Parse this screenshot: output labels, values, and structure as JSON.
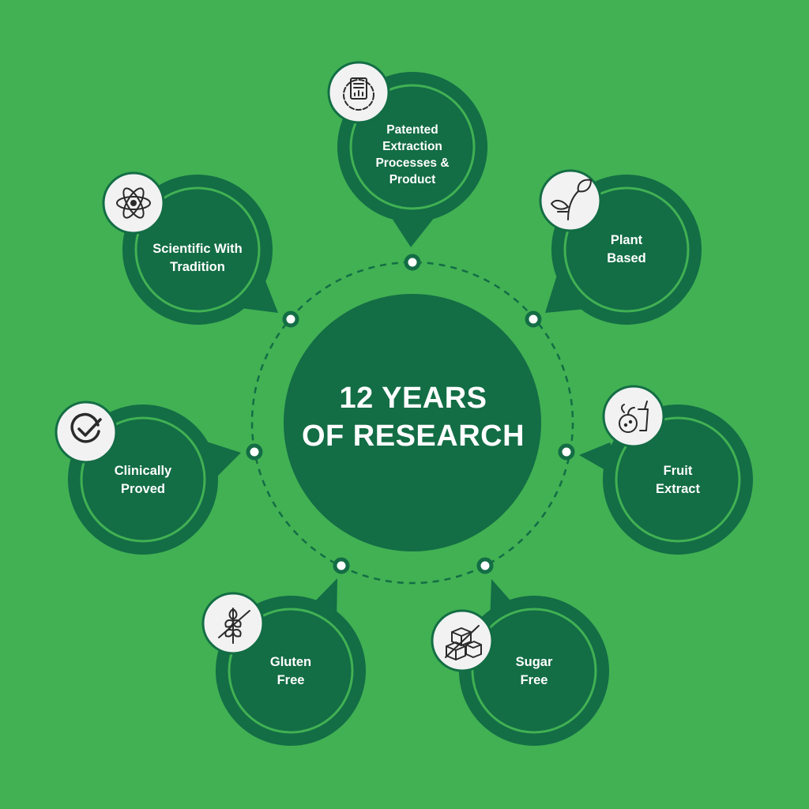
{
  "colors": {
    "background": "#41b153",
    "dark_green": "#136d45",
    "ring_light": "#41b153",
    "icon_bg": "#f2f2f2",
    "icon_stroke": "#2a2a2a"
  },
  "center": {
    "line1": "12 YEARS",
    "line2": "OF RESEARCH"
  },
  "nodes": [
    {
      "id": "patented",
      "icon": "document-gear-icon",
      "lines": [
        "Patented",
        "Extraction",
        "Processes &",
        "Product"
      ]
    },
    {
      "id": "plant",
      "icon": "leaf-sprout-icon",
      "lines": [
        "Plant",
        "Based"
      ]
    },
    {
      "id": "fruit",
      "icon": "fruit-juice-icon",
      "lines": [
        "Fruit",
        "Extract"
      ]
    },
    {
      "id": "sugar",
      "icon": "sugar-cubes-crossed-icon",
      "lines": [
        "Sugar",
        "Free"
      ]
    },
    {
      "id": "gluten",
      "icon": "wheat-crossed-icon",
      "lines": [
        "Gluten",
        "Free"
      ]
    },
    {
      "id": "clinical",
      "icon": "check-circle-icon",
      "lines": [
        "Clinically",
        "Proved"
      ]
    },
    {
      "id": "scientific",
      "icon": "atom-icon",
      "lines": [
        "Scientific With",
        "Tradition"
      ]
    }
  ]
}
